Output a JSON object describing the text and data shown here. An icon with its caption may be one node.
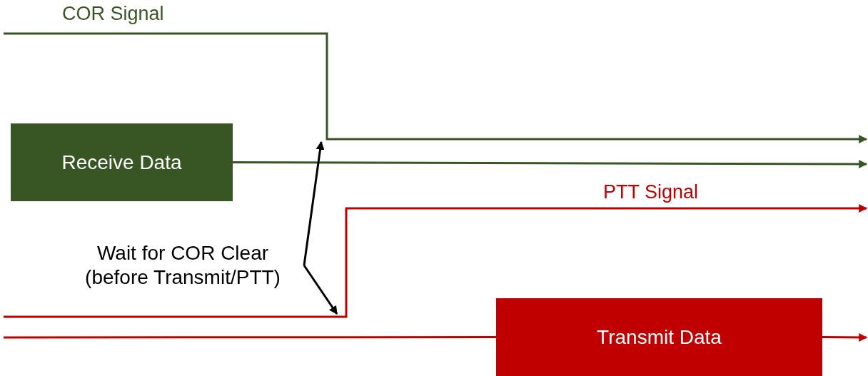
{
  "diagram": {
    "nodes": [
      {
        "text": [
          "Receive Data"
        ]
      },
      {
        "text": [
          "Wait for COR Clear (before Transmit/PTT)"
        ]
      },
      {
        "text": [
          "Transmit Data"
        ]
      }
    ],
    "edges": [
      {
        "from": 0,
        "to": null,
        "arrow": "to",
        "color": "#375623"
      },
      {
        "from": 1,
        "to": null,
        "arrow": "to",
        "color": "#000000"
      },
      {
        "from": 1,
        "to": null,
        "arrow": "to",
        "color": "#000000"
      },
      {
        "from": null,
        "to": 2,
        "arrow": "none",
        "color": "#c00000"
      },
      {
        "from": 2,
        "to": null,
        "arrow": "to",
        "color": "#c00000"
      }
    ],
    "labels": [
      "COR Signal",
      "PTT Signal"
    ]
  }
}
